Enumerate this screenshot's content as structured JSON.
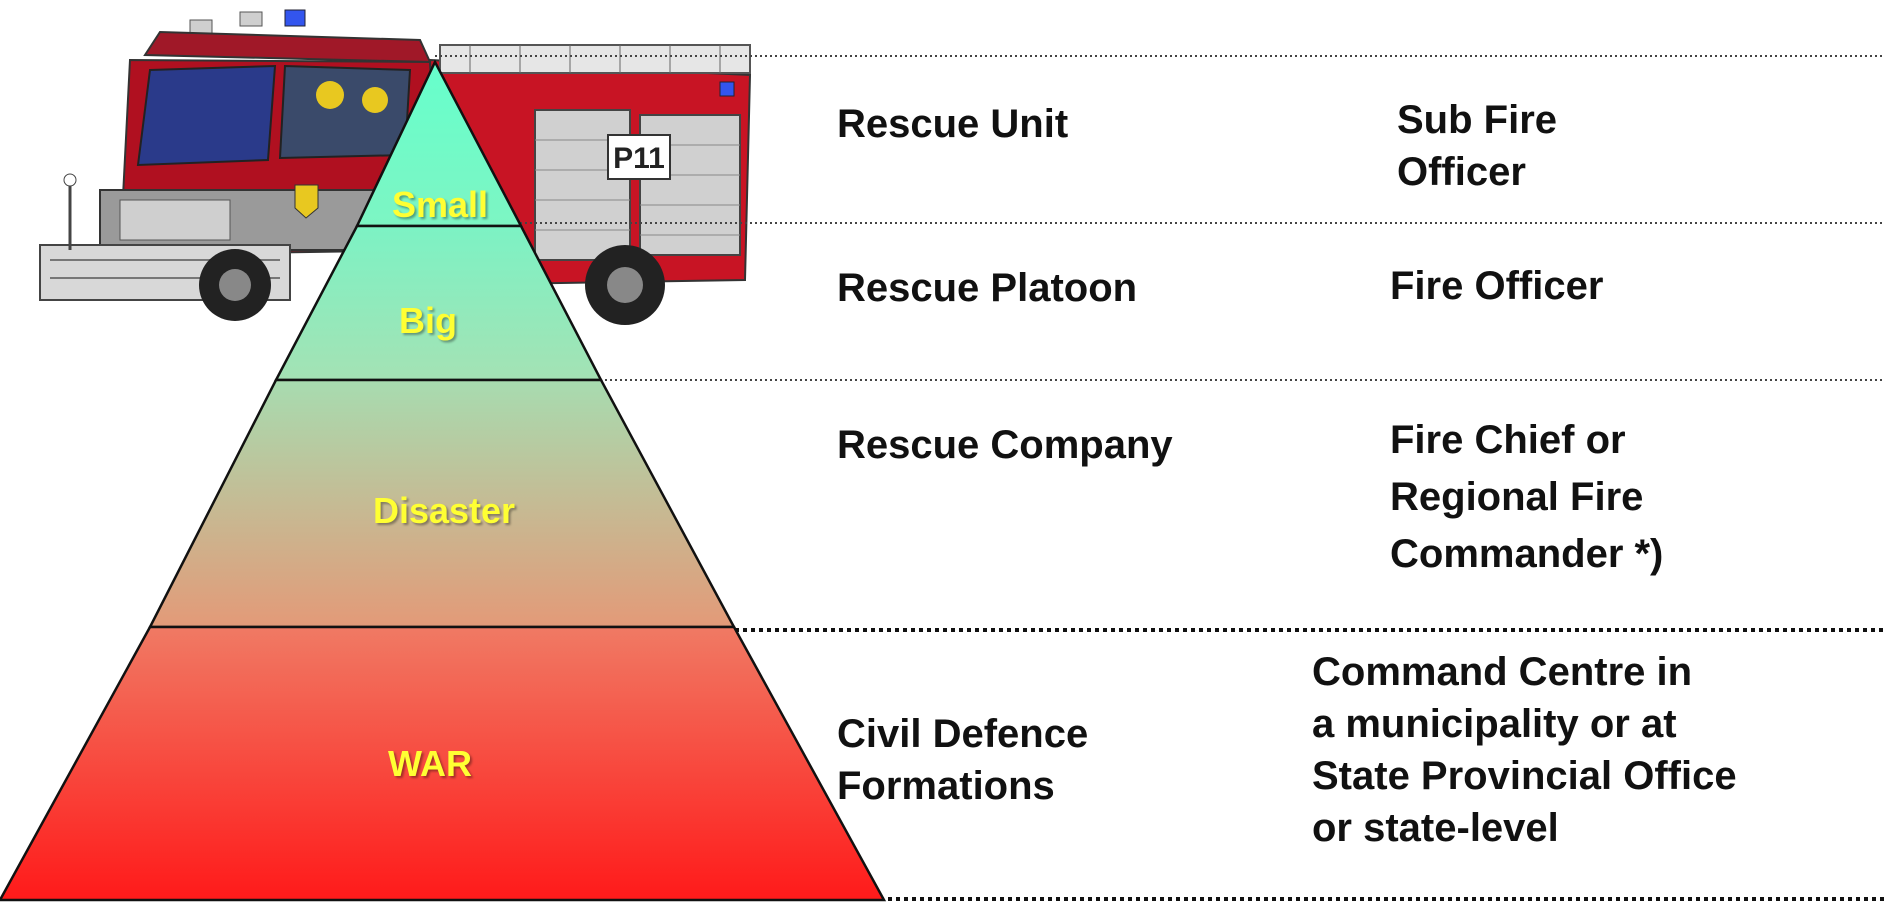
{
  "pyramid": {
    "levels": [
      {
        "label": "Small",
        "fill_top": "#66ffcc",
        "fill_bottom": "#7df5c3"
      },
      {
        "label": "Big",
        "fill_top": "#7cf2c4",
        "fill_bottom": "#a4e2b4"
      },
      {
        "label": "Disaster",
        "fill_top": "#a7dcb0",
        "fill_bottom": "#e39a78"
      },
      {
        "label": "WAR",
        "fill_top": "#f07a64",
        "fill_bottom": "#ff1a1a"
      }
    ],
    "label_color": "#ffff33"
  },
  "rows": [
    {
      "unit": [
        "Rescue Unit"
      ],
      "commander": [
        "Sub Fire",
        "Officer"
      ]
    },
    {
      "unit": [
        "Rescue Platoon"
      ],
      "commander": [
        "Fire Officer"
      ]
    },
    {
      "unit": [
        "Rescue Company"
      ],
      "commander": [
        "Fire Chief or",
        "Regional Fire",
        "Commander *)"
      ]
    },
    {
      "unit": [
        "Civil Defence",
        "Formations"
      ],
      "commander": [
        "Command Centre in",
        "a municipality or at",
        "State Provincial Office",
        "or state-level"
      ]
    }
  ],
  "fire_truck": {
    "icon": "fire-truck-icon",
    "plate_text": "P11",
    "body_color": "#b01020"
  }
}
